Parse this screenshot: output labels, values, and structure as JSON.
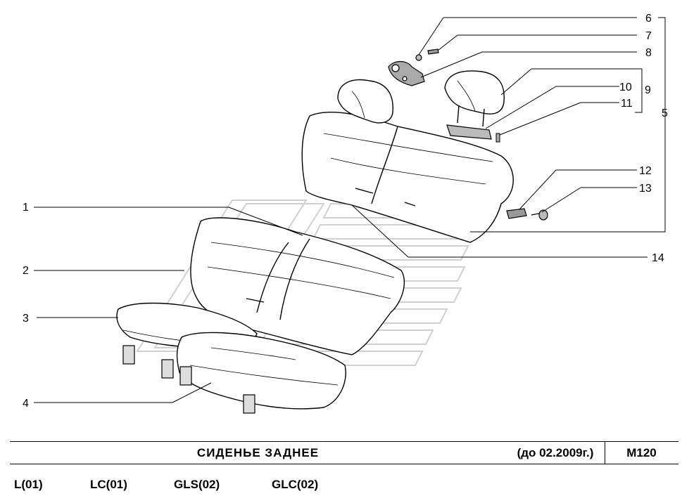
{
  "diagram": {
    "callouts": [
      "1",
      "2",
      "3",
      "4",
      "5",
      "6",
      "7",
      "8",
      "9",
      "10",
      "11",
      "12",
      "13",
      "14"
    ]
  },
  "title_block": {
    "title": "СИДЕНЬЕ  ЗАДНЕЕ",
    "date": "(до 02.2009г.)",
    "code": "M120"
  },
  "variants": [
    "L(01)",
    "LC(01)",
    "GLS(02)",
    "GLC(02)"
  ],
  "colors": {
    "line": "#000000",
    "watermark": "#d4d4d4",
    "background": "#ffffff"
  }
}
